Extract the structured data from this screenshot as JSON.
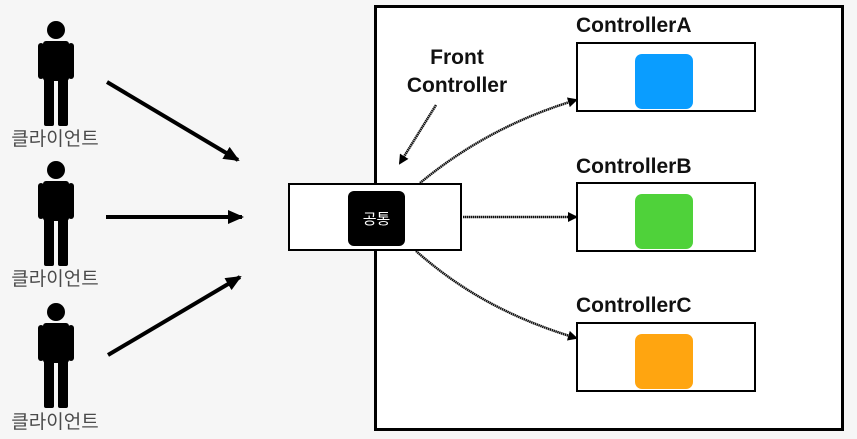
{
  "clients": [
    {
      "label": "클라이언트"
    },
    {
      "label": "클라이언트"
    },
    {
      "label": "클라이언트"
    }
  ],
  "front_controller": {
    "label_line1": "Front",
    "label_line2": "Controller",
    "common_label": "공통"
  },
  "controllers": [
    {
      "name": "ControllerA",
      "color": "#0a9dff"
    },
    {
      "name": "ControllerB",
      "color": "#4fd23a"
    },
    {
      "name": "ControllerC",
      "color": "#ffa510"
    }
  ]
}
